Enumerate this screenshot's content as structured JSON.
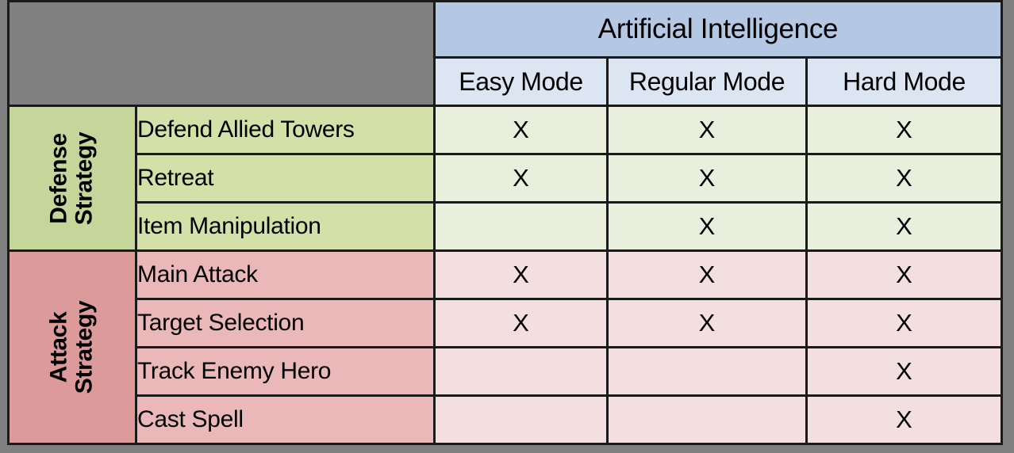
{
  "table": {
    "column_group_header": "Artificial Intelligence",
    "mode_columns": [
      "Easy Mode",
      "Regular Mode",
      "Hard Mode"
    ],
    "mark_symbol": "X",
    "empty_symbol": "",
    "groups": [
      {
        "name": "Defense Strategy",
        "name_line1": "Defense",
        "name_line2": "Strategy",
        "label_color": "#c5d69a",
        "row_label_color": "#d4e0a8",
        "cell_color": "#eaeedd",
        "rows": [
          {
            "label": "Defend Allied Towers",
            "easy": "X",
            "regular": "X",
            "hard": "X"
          },
          {
            "label": "Retreat",
            "easy": "X",
            "regular": "X",
            "hard": "X"
          },
          {
            "label": "Item Manipulation",
            "easy": "",
            "regular": "X",
            "hard": "X"
          }
        ]
      },
      {
        "name": "Attack Strategy",
        "name_line1": "Attack",
        "name_line2": "Strategy",
        "label_color": "#dd9a9a",
        "row_label_color": "#eab8b8",
        "cell_color": "#f3dfdf",
        "rows": [
          {
            "label": "Main Attack",
            "easy": "X",
            "regular": "X",
            "hard": "X"
          },
          {
            "label": "Target Selection",
            "easy": "X",
            "regular": "X",
            "hard": "X"
          },
          {
            "label": "Track Enemy Hero",
            "easy": "",
            "regular": "",
            "hard": "X"
          },
          {
            "label": "Cast Spell",
            "easy": "",
            "regular": "",
            "hard": "X"
          }
        ]
      }
    ]
  },
  "colors": {
    "background": "#808080",
    "border": "#1a1a1a",
    "header_group": "#b4c8e4",
    "header_mode": "#dce5f2"
  }
}
